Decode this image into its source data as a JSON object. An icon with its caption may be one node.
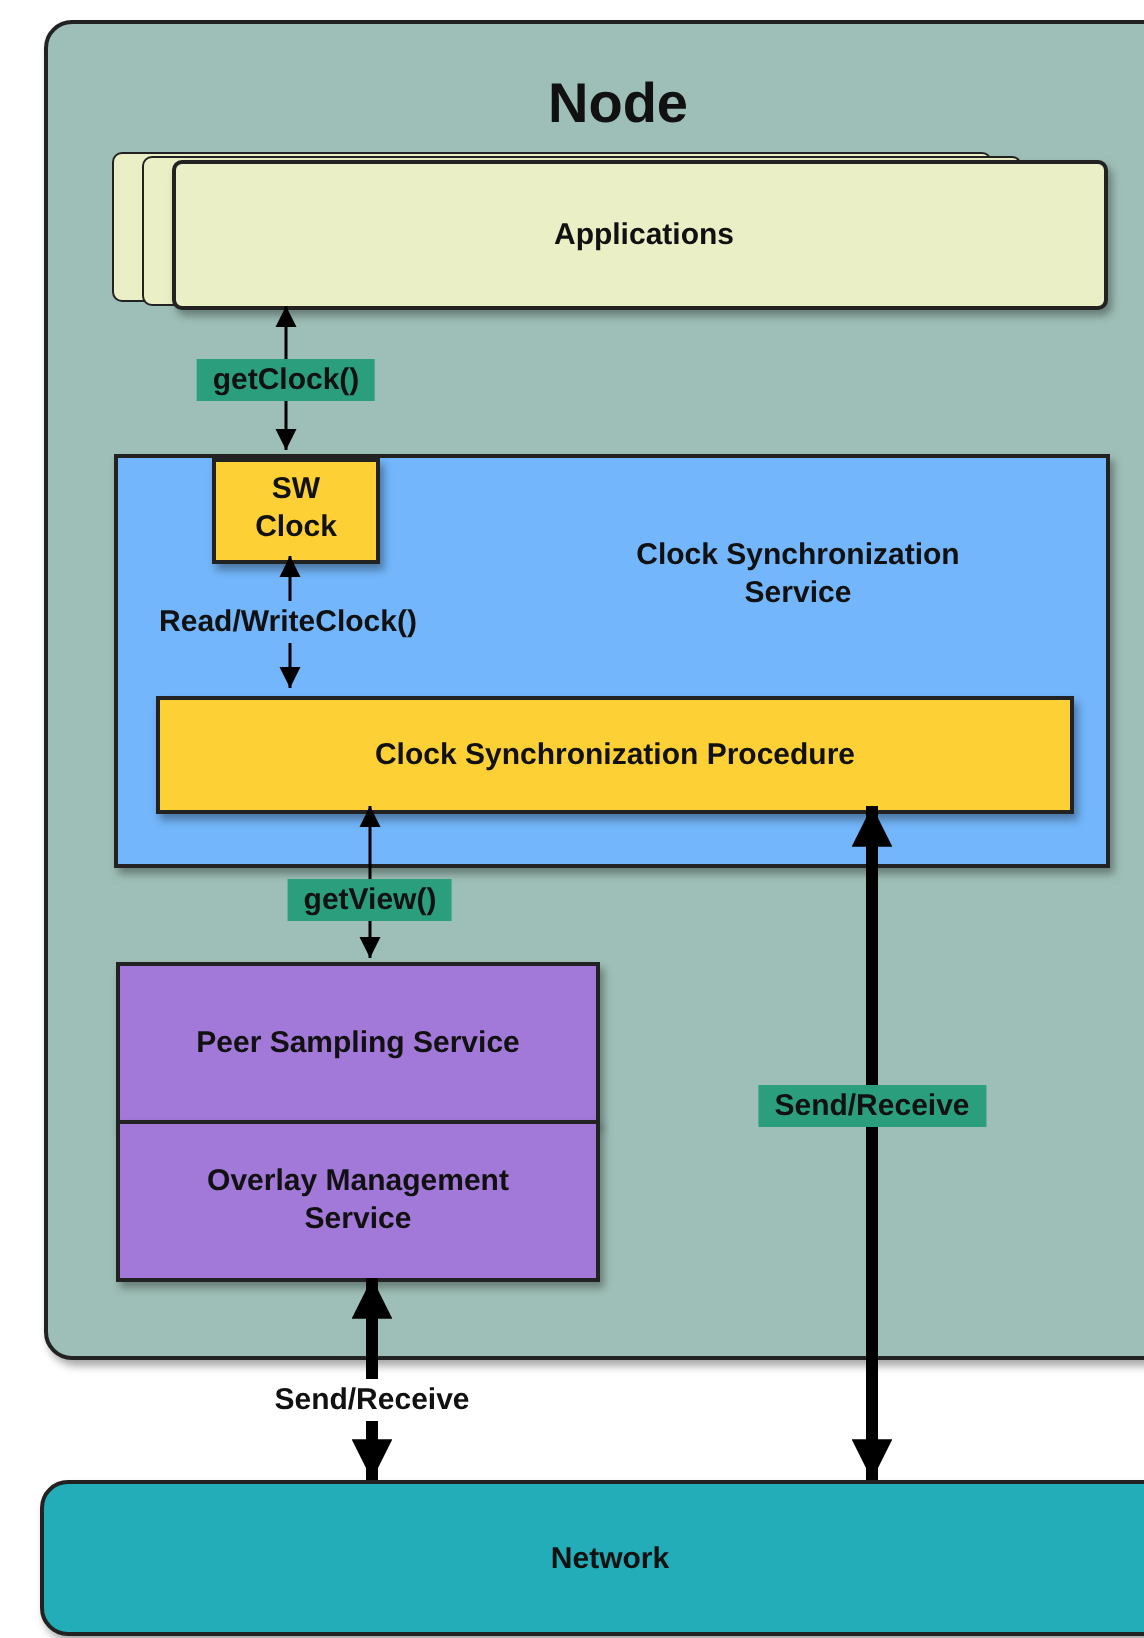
{
  "diagram": {
    "nodes": [
      {
        "text": [
          "Node"
        ]
      },
      {
        "text": [
          "Applications"
        ],
        "in": 0
      },
      {
        "text": [
          "Clock Synchronization Service"
        ],
        "in": 0
      },
      {
        "text": [
          "SW Clock"
        ],
        "in": 2
      },
      {
        "text": [
          "Clock Synchronization Procedure"
        ],
        "in": 2
      },
      {
        "text": [
          "Peer Sampling Service"
        ],
        "in": 0
      },
      {
        "text": [
          "Overlay Management Service"
        ],
        "in": 0
      },
      {
        "text": [
          "Network"
        ]
      }
    ],
    "edges": [
      {
        "from": 1,
        "to": 3,
        "arrow": "both",
        "label": "getClock()"
      },
      {
        "from": 3,
        "to": 4,
        "arrow": "both",
        "label": "Read/WriteClock()"
      },
      {
        "from": 4,
        "to": 5,
        "arrow": "both",
        "label": "getView()"
      },
      {
        "from": 6,
        "to": 7,
        "arrow": "both",
        "label": "Send/Receive",
        "style": "thick"
      },
      {
        "from": 4,
        "to": 7,
        "arrow": "both",
        "label": "Send/Receive",
        "style": "thick"
      }
    ]
  }
}
